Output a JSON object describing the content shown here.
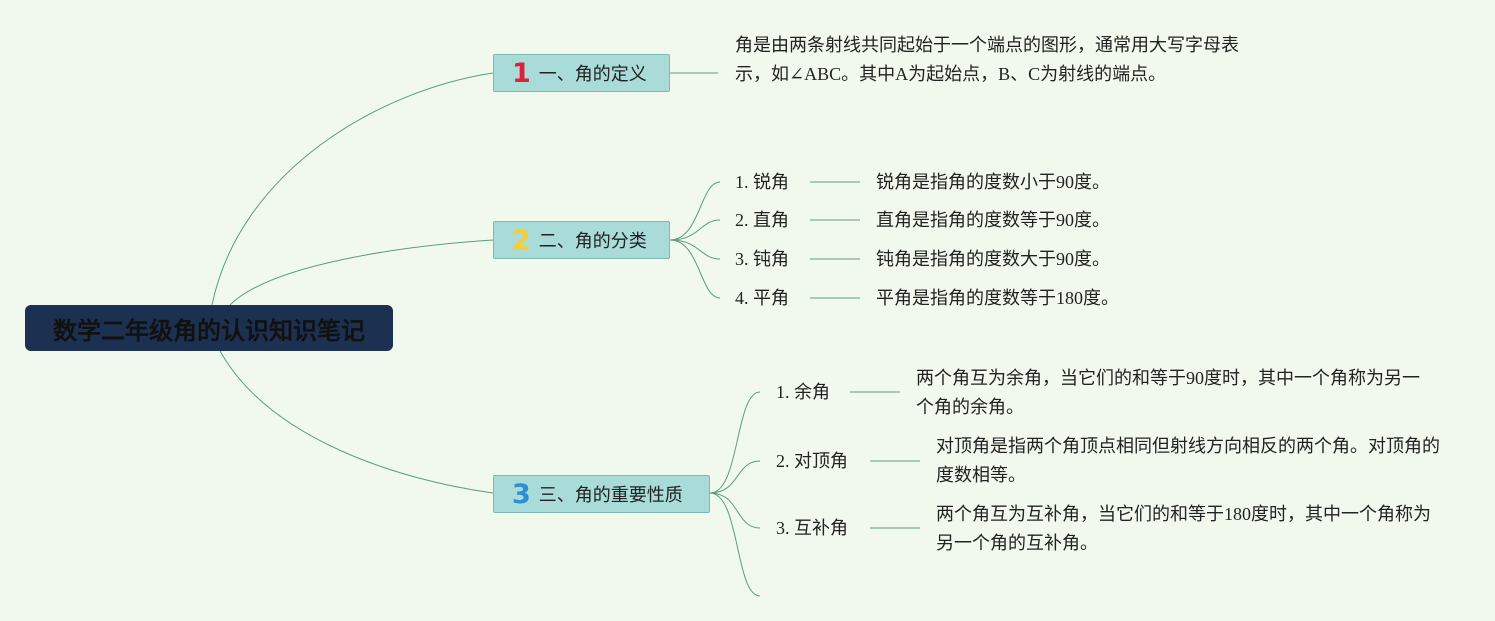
{
  "root": {
    "title": "数学二年级角的认识知识笔记"
  },
  "branches": [
    {
      "number": "1",
      "number_color": "#e0203a",
      "label": "一、角的定义",
      "description": "角是由两条射线共同起始于一个端点的图形，通常用大写字母表示，如∠ABC。其中A为起始点，B、C为射线的端点。"
    },
    {
      "number": "2",
      "number_color": "#f5cf3a",
      "label": "二、角的分类",
      "children": [
        {
          "label": "1. 锐角",
          "detail": "锐角是指角的度数小于90度。"
        },
        {
          "label": "2. 直角",
          "detail": "直角是指角的度数等于90度。"
        },
        {
          "label": "3. 钝角",
          "detail": "钝角是指角的度数大于90度。"
        },
        {
          "label": "4. 平角",
          "detail": "平角是指角的度数等于180度。"
        }
      ]
    },
    {
      "number": "3",
      "number_color": "#2a8fd6",
      "label": "三、角的重要性质",
      "children": [
        {
          "label": "1. 余角",
          "detail": "两个角互为余角，当它们的和等于90度时，其中一个角称为另一个角的余角。"
        },
        {
          "label": "2. 对顶角",
          "detail": "对顶角是指两个角顶点相同但射线方向相反的两个角。对顶角的度数相等。"
        },
        {
          "label": "3. 互补角",
          "detail": "两个角互为互补角，当它们的和等于180度时，其中一个角称为另一个角的互补角。"
        }
      ]
    }
  ],
  "colors": {
    "background": "#f1f9ee",
    "root_fill": "#1c3051",
    "branch_fill": "#a9dbd8",
    "connector": "#5f9a80"
  }
}
